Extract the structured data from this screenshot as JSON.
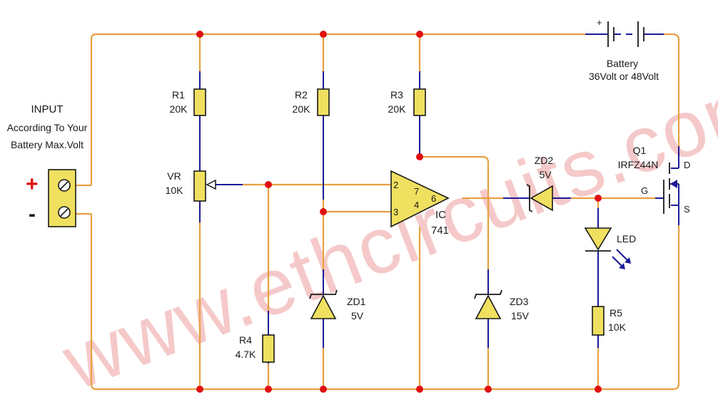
{
  "watermark": "www.ethcircuits.com",
  "input": {
    "title": "INPUT",
    "line2": "According To Your",
    "line3": "Battery Max.Volt",
    "plus": "+",
    "minus": "-"
  },
  "battery": {
    "label": "Battery",
    "spec": "36Volt or 48Volt",
    "plus": "+"
  },
  "components": {
    "r1": {
      "name": "R1",
      "value": "20K"
    },
    "r2": {
      "name": "R2",
      "value": "20K"
    },
    "r3": {
      "name": "R3",
      "value": "20K"
    },
    "r4": {
      "name": "R4",
      "value": "4.7K"
    },
    "r5": {
      "name": "R5",
      "value": "10K"
    },
    "vr": {
      "name": "VR",
      "value": "10K"
    },
    "zd1": {
      "name": "ZD1",
      "value": "5V"
    },
    "zd2": {
      "name": "ZD2",
      "value": "5V"
    },
    "zd3": {
      "name": "ZD3",
      "value": "15V"
    },
    "ic": {
      "name": "IC",
      "value": "741",
      "pins": [
        "2",
        "3",
        "7",
        "4",
        "6"
      ]
    },
    "q1": {
      "name": "Q1",
      "value": "IRFZ44N",
      "pins": [
        "G",
        "D",
        "S"
      ]
    },
    "led": {
      "name": "LED"
    }
  },
  "colors": {
    "wire": "#e8a040",
    "lead": "#1a1a99",
    "component_fill": "#f0e060",
    "node": "#e01010",
    "watermark": "#f2b8b8"
  }
}
